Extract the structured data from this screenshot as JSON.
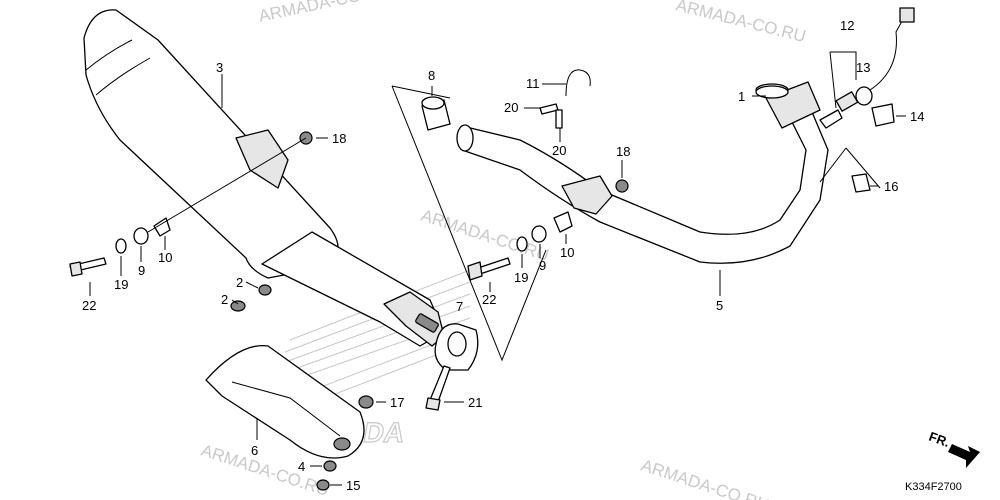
{
  "diagram": {
    "watermark": "ARMADA-CO.RU",
    "brand_logo_text": "HONDA",
    "part_code": "K334F2700",
    "direction_label": "FR.",
    "callouts": {
      "c1": "1",
      "c2a": "2",
      "c2b": "2",
      "c3": "3",
      "c4": "4",
      "c5": "5",
      "c6": "6",
      "c7": "7",
      "c8": "8",
      "c9a": "9",
      "c9b": "9",
      "c10a": "10",
      "c10b": "10",
      "c11": "11",
      "c12": "12",
      "c13": "13",
      "c14": "14",
      "c15": "15",
      "c16": "16",
      "c17": "17",
      "c18a": "18",
      "c18b": "18",
      "c19a": "19",
      "c19b": "19",
      "c20a": "20",
      "c20b": "20",
      "c21": "21",
      "c22a": "22",
      "c22b": "22"
    }
  }
}
